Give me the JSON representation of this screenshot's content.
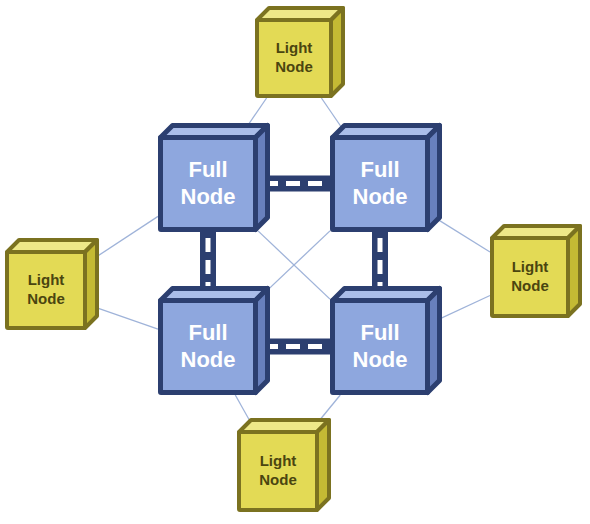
{
  "diagram": {
    "nodes": [
      {
        "text": [
          "Light Node"
        ]
      },
      {
        "text": [
          "Full Node"
        ]
      },
      {
        "text": [
          "Full Node"
        ]
      },
      {
        "text": [
          "Light Node"
        ]
      },
      {
        "text": [
          "Light Node"
        ]
      },
      {
        "text": [
          "Full Node"
        ]
      },
      {
        "text": [
          "Full Node"
        ]
      },
      {
        "text": [
          "Light Node"
        ]
      }
    ],
    "edges": [
      {
        "from": 1,
        "to": 2,
        "arrow": "none"
      },
      {
        "from": 1,
        "to": 5,
        "arrow": "none"
      },
      {
        "from": 2,
        "to": 6,
        "arrow": "none"
      },
      {
        "from": 5,
        "to": 6,
        "arrow": "none"
      },
      {
        "from": 0,
        "to": 1,
        "arrow": "none"
      },
      {
        "from": 0,
        "to": 2,
        "arrow": "none"
      },
      {
        "from": 3,
        "to": 1,
        "arrow": "none"
      },
      {
        "from": 3,
        "to": 5,
        "arrow": "none"
      },
      {
        "from": 4,
        "to": 2,
        "arrow": "none"
      },
      {
        "from": 4,
        "to": 6,
        "arrow": "none"
      },
      {
        "from": 7,
        "to": 5,
        "arrow": "none"
      },
      {
        "from": 7,
        "to": 6,
        "arrow": "none"
      },
      {
        "from": 1,
        "to": 6,
        "arrow": "none"
      },
      {
        "from": 2,
        "to": 5,
        "arrow": "none"
      }
    ]
  }
}
